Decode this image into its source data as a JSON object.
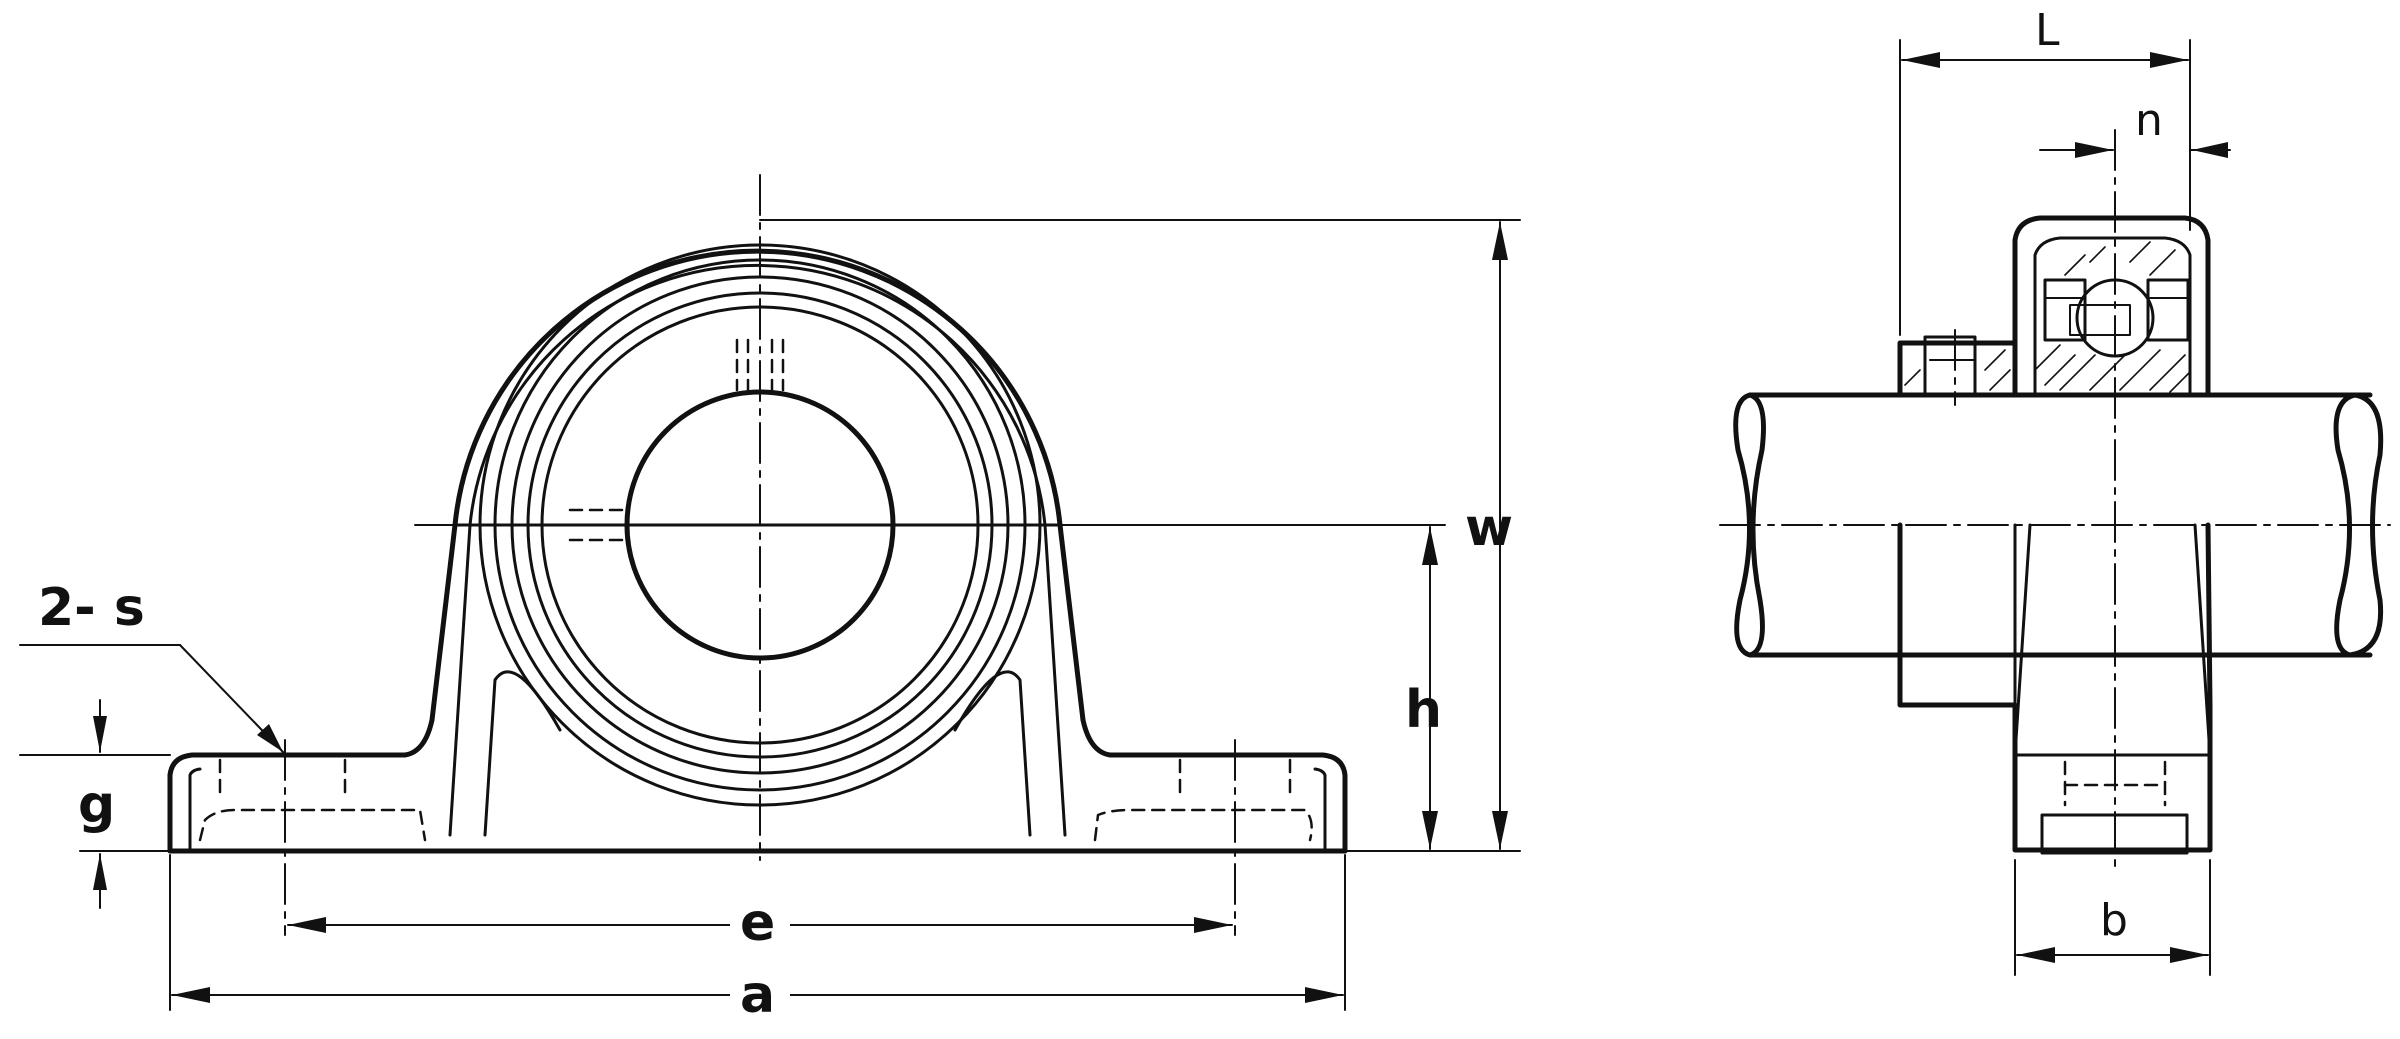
{
  "labels": {
    "w": "w",
    "h": "h",
    "g": "g",
    "e": "e",
    "a": "a",
    "s": "2- s",
    "L": "L",
    "n": "n",
    "b": "b"
  }
}
